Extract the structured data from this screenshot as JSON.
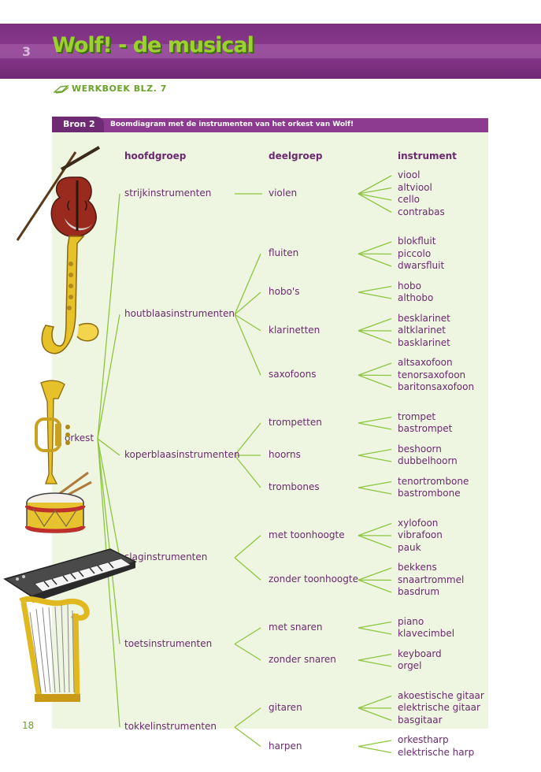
{
  "header": {
    "chapter_number": "3",
    "title": "Wolf! - de musical"
  },
  "werkboek": "WERKBOEK BLZ. 7",
  "bron": {
    "tag": "Bron 2",
    "caption": "Boomdiagram met de instrumenten van het orkest van Wolf!"
  },
  "columns": {
    "hoofdgroep": "hoofdgroep",
    "deelgroep": "deelgroep",
    "instrument": "instrument"
  },
  "root": "orkest",
  "groups": [
    {
      "name": "strijkinstrumenten",
      "subgroups": [
        {
          "name": "violen",
          "instruments": [
            "viool",
            "altviool",
            "cello",
            "contrabas"
          ]
        }
      ]
    },
    {
      "name": "houtblaasinstrumenten",
      "subgroups": [
        {
          "name": "fluiten",
          "instruments": [
            "blokfluit",
            "piccolo",
            "dwarsfluit"
          ]
        },
        {
          "name": "hobo's",
          "instruments": [
            "hobo",
            "althobo"
          ]
        },
        {
          "name": "klarinetten",
          "instruments": [
            "besklarinet",
            "altklarinet",
            "basklarinet"
          ]
        },
        {
          "name": "saxofoons",
          "instruments": [
            "altsaxofoon",
            "tenorsaxofoon",
            "baritonsaxofoon"
          ]
        }
      ]
    },
    {
      "name": "koperblaasinstrumenten",
      "subgroups": [
        {
          "name": "trompetten",
          "instruments": [
            "trompet",
            "bastrompet"
          ]
        },
        {
          "name": "hoorns",
          "instruments": [
            "beshoorn",
            "dubbelhoorn"
          ]
        },
        {
          "name": "trombones",
          "instruments": [
            "tenortrombone",
            "bastrombone"
          ]
        }
      ]
    },
    {
      "name": "slaginstrumenten",
      "subgroups": [
        {
          "name": "met toonhoogte",
          "instruments": [
            "xylofoon",
            "vibrafoon",
            "pauk"
          ]
        },
        {
          "name": "zonder toonhoogte",
          "instruments": [
            "bekkens",
            "snaartrommel",
            "basdrum"
          ]
        }
      ]
    },
    {
      "name": "toetsinstrumenten",
      "subgroups": [
        {
          "name": "met snaren",
          "instruments": [
            "piano",
            "klavecimbel"
          ]
        },
        {
          "name": "zonder snaren",
          "instruments": [
            "keyboard",
            "orgel"
          ]
        }
      ]
    },
    {
      "name": "tokkelinstrumenten",
      "subgroups": [
        {
          "name": "gitaren",
          "instruments": [
            "akoestische gitaar",
            "elektrische gitaar",
            "basgitaar"
          ]
        },
        {
          "name": "harpen",
          "instruments": [
            "orkestharp",
            "elektrische harp"
          ]
        }
      ]
    }
  ],
  "page_number": "18",
  "colors": {
    "purple": "#8d3a91",
    "dark_purple": "#6f2a74",
    "green_line": "#8cc63f",
    "panel_bg": "#eef5e1",
    "title_green": "#9dd12f"
  },
  "illustrations": [
    "violin-icon",
    "saxophone-icon",
    "trumpet-icon",
    "drum-icon",
    "keyboard-icon",
    "harp-icon"
  ]
}
